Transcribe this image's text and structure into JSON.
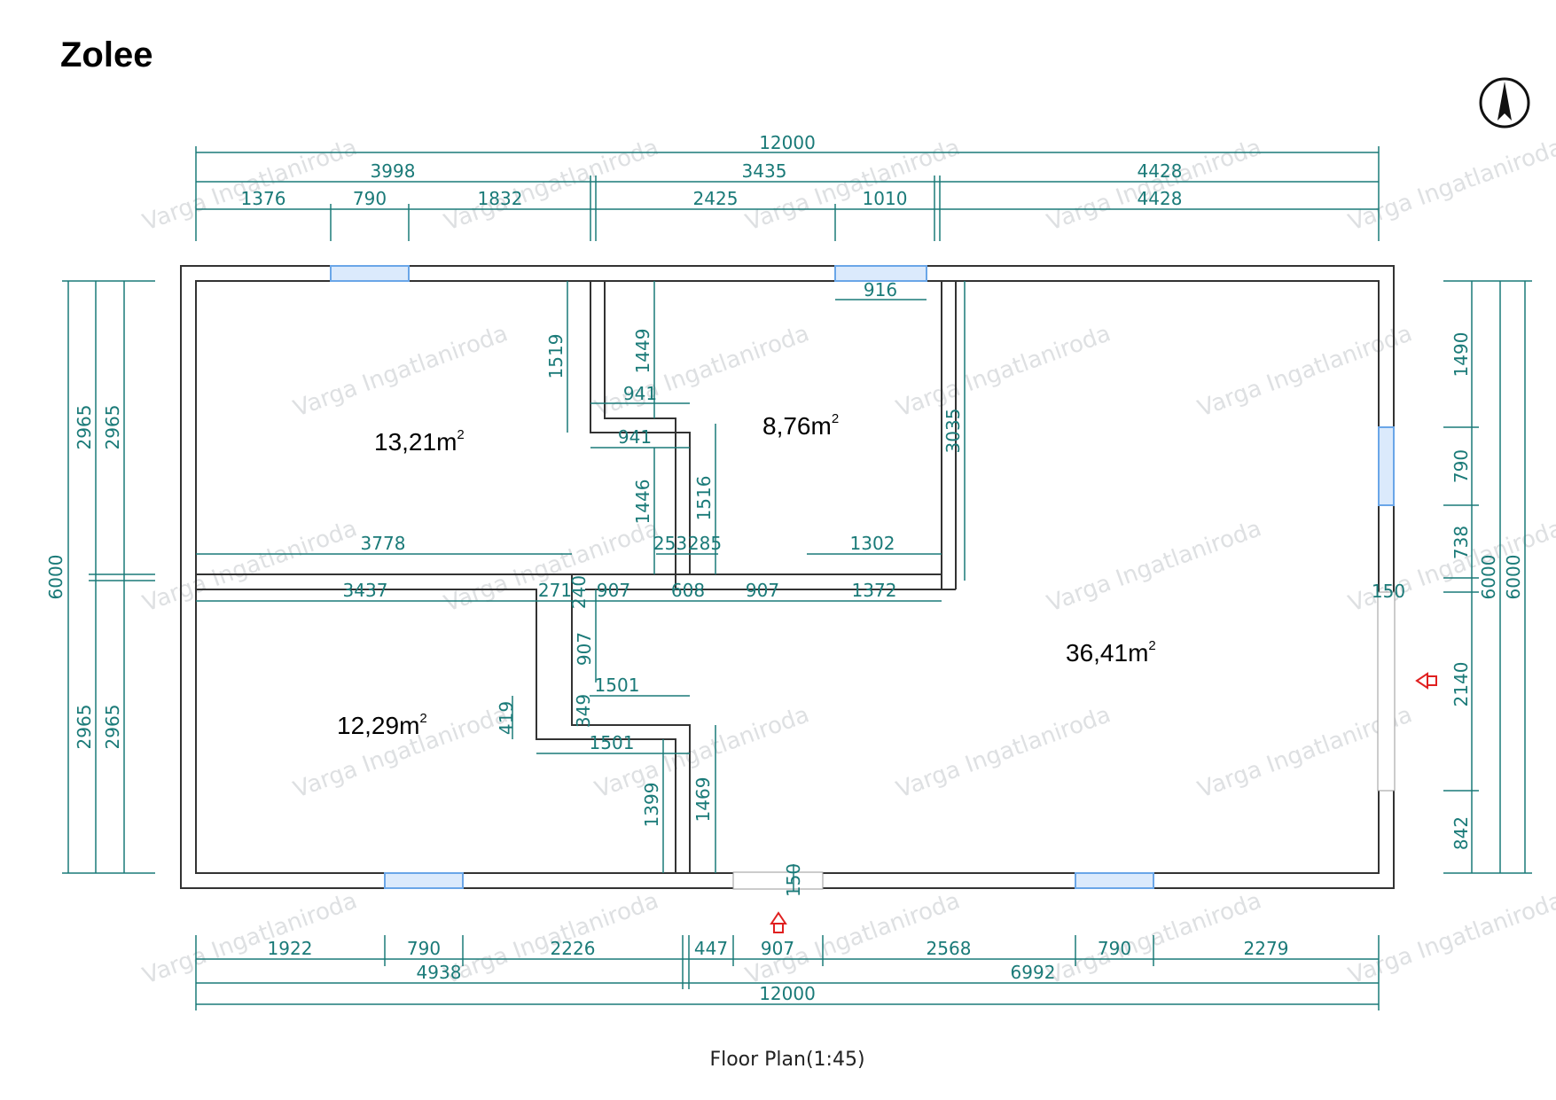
{
  "title": "Zolee",
  "caption": "Floor Plan(1:45)",
  "watermark": "Varga Ingatlaniroda",
  "colors": {
    "dimension": "#1a7a78",
    "wall": "#333333",
    "window": "#6aa6e8",
    "entrance": "#e02020"
  },
  "icons": {
    "north": "north-arrow-icon",
    "entrance": "entrance-marker-icon"
  },
  "rooms": [
    {
      "area": "13,21",
      "unit": "m",
      "sup": "2"
    },
    {
      "area": "8,76",
      "unit": "m",
      "sup": "2"
    },
    {
      "area": "36,41",
      "unit": "m",
      "sup": "2"
    },
    {
      "area": "12,29",
      "unit": "m",
      "sup": "2"
    }
  ],
  "top_dims": {
    "total": "12000",
    "row2": [
      "3998",
      "3435",
      "4428"
    ],
    "row3": [
      "1376",
      "790",
      "1832",
      "2425",
      "1010",
      "4428"
    ]
  },
  "bottom_dims": {
    "row1": [
      "1922",
      "790",
      "2226",
      "447",
      "907",
      "2568",
      "790",
      "2279"
    ],
    "row2": [
      "4938",
      "6992"
    ],
    "total": "12000"
  },
  "left_dims": {
    "total": "6000",
    "upper": [
      "2965",
      "2965"
    ],
    "lower": [
      "2965",
      "2965"
    ]
  },
  "right_dims": {
    "segments": [
      "1490",
      "790",
      "738",
      "150",
      "2140",
      "842"
    ],
    "totals": [
      "6000",
      "6000"
    ]
  },
  "interior_dims": {
    "d916": "916",
    "d1519": "1519",
    "d1449": "1449",
    "d941a": "941",
    "d941b": "941",
    "d3035": "3035",
    "d1446": "1446",
    "d1516": "1516",
    "d3778": "3778",
    "d253": "253",
    "d285": "285",
    "d1302": "1302",
    "d3437": "3437",
    "d271": "271",
    "d240": "240",
    "d907a": "907",
    "d608": "608",
    "d907b": "907",
    "d1372": "1372",
    "d907v": "907",
    "d1501a": "1501",
    "d419": "419",
    "d349": "349",
    "d1501b": "1501",
    "d1399": "1399",
    "d1469": "1469",
    "d150": "150"
  }
}
